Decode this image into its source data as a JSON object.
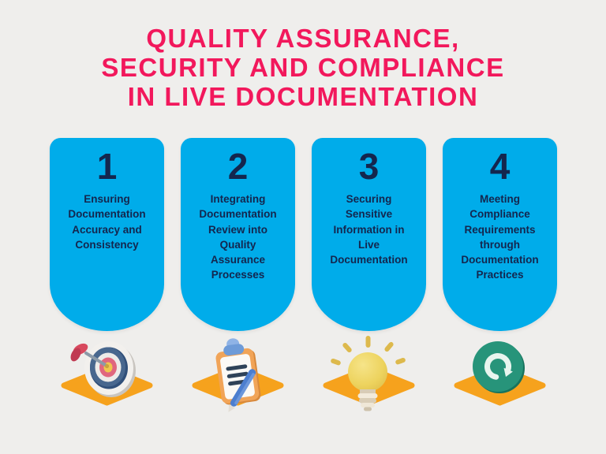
{
  "title": {
    "line1": "QUALITY ASSURANCE,",
    "line2": "SECURITY AND COMPLIANCE",
    "line3": "IN LIVE DOCUMENTATION"
  },
  "colors": {
    "background": "#EFEEEC",
    "title_pink": "#F2185C",
    "card_blue": "#00ACEA",
    "text_navy": "#14264E",
    "diamond_orange": "#F6A21D",
    "refresh_teal": "#27947A",
    "bulb_yellow": "#EDD35E",
    "dart_red": "#D8495E"
  },
  "steps": [
    {
      "number": "1",
      "label": "Ensuring Documentation Accuracy and Consistency",
      "icon": "dartboard-target-icon"
    },
    {
      "number": "2",
      "label": "Integrating Documentation Review into Quality Assurance Processes",
      "icon": "clipboard-pen-icon"
    },
    {
      "number": "3",
      "label": "Securing Sensitive Information in Live Documentation",
      "icon": "lightbulb-icon"
    },
    {
      "number": "4",
      "label": "Meeting Compliance Requirements through Documentation Practices",
      "icon": "refresh-arrow-icon"
    }
  ]
}
